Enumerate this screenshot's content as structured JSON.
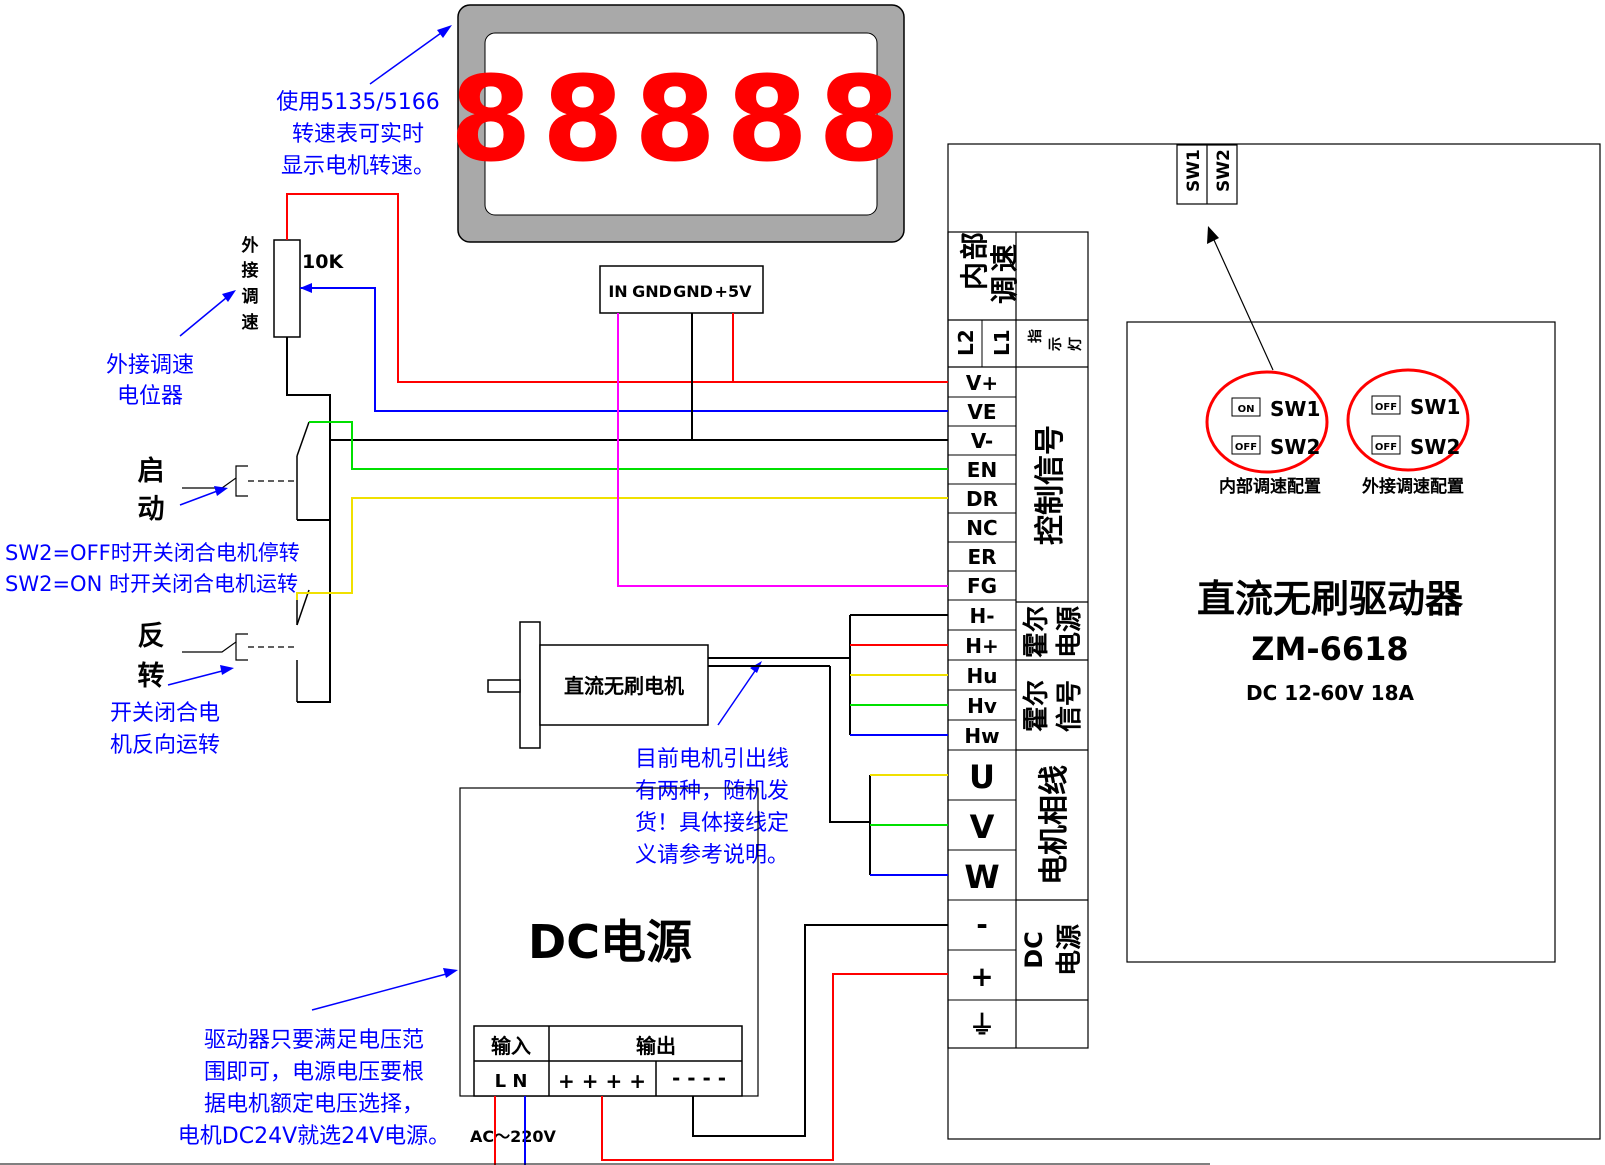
{
  "colors": {
    "red": "#ff0000",
    "blue": "#0000ff",
    "black": "#000000",
    "green": "#00e000",
    "yellow": "#f0e000",
    "magenta": "#ff00ff",
    "note_text": "#0000ff",
    "display_digits": "#ff0000"
  },
  "tachometer": {
    "digits": "88888",
    "terminals": [
      "IN",
      "GND",
      "GND",
      "+5V"
    ],
    "note": [
      "使用5135/5166",
      "转速表可实时",
      "显示电机转速。"
    ]
  },
  "potentiometer": {
    "label": [
      "外",
      "接",
      "调",
      "速"
    ],
    "value": "10K",
    "note": [
      "外接调速",
      "电位器"
    ]
  },
  "start_switch": {
    "label": [
      "启",
      "动"
    ],
    "note": [
      "SW2=OFF时开关闭合电机停转",
      "SW2=ON 时开关闭合电机运转"
    ]
  },
  "reverse_switch": {
    "label": [
      "反",
      "转"
    ],
    "note": [
      "开关闭合电",
      "机反向运转"
    ]
  },
  "motor": {
    "label": "直流无刷电机",
    "note": [
      "目前电机引出线",
      "有两种，随机发",
      "货！具体接线定",
      "义请参考说明。"
    ]
  },
  "power_supply": {
    "title": "DC电源",
    "input_label": "输入",
    "input_terminals": "L N",
    "output_label": "输出",
    "output_plus": "+ + + +",
    "output_minus": "- - - -",
    "ac_label": "AC～220V",
    "note": [
      "驱动器只要满足电压范",
      "围即可，电源电压要根",
      "据电机额定电压选择，",
      "电机DC24V就选24V电源。"
    ]
  },
  "driver": {
    "title": "直流无刷驱动器",
    "model": "ZM-6618",
    "spec": "DC 12-60V 18A",
    "sw_header": [
      "SW1",
      "SW2"
    ],
    "internal_speed_label": [
      "内",
      "部",
      "调",
      "速"
    ],
    "indicator": {
      "l2": "L2",
      "l1": "L1",
      "label": [
        "指",
        "示",
        "灯"
      ]
    },
    "control_group": "控制信号",
    "control_pins": [
      "V+",
      "VE",
      "V-",
      "EN",
      "DR",
      "NC",
      "ER",
      "FG"
    ],
    "hall_power_group": [
      "霍尔",
      "电源"
    ],
    "hall_power_pins": [
      "H-",
      "H+"
    ],
    "hall_signal_group": [
      "霍尔",
      "信号"
    ],
    "hall_signal_pins": [
      "Hu",
      "Hv",
      "Hw"
    ],
    "phase_group": "电机相线",
    "phase_pins": [
      "U",
      "V",
      "W"
    ],
    "dc_group": [
      "DC",
      "电源"
    ],
    "dc_pins": [
      "-",
      "+",
      "⏚"
    ],
    "config_internal": {
      "sw1": "SW1",
      "sw2": "SW2",
      "sw1_state": "ON",
      "sw2_state": "OFF",
      "caption": "内部调速配置"
    },
    "config_external": {
      "sw1": "SW1",
      "sw2": "SW2",
      "sw1_state": "OFF",
      "sw2_state": "OFF",
      "caption": "外接调速配置"
    }
  }
}
